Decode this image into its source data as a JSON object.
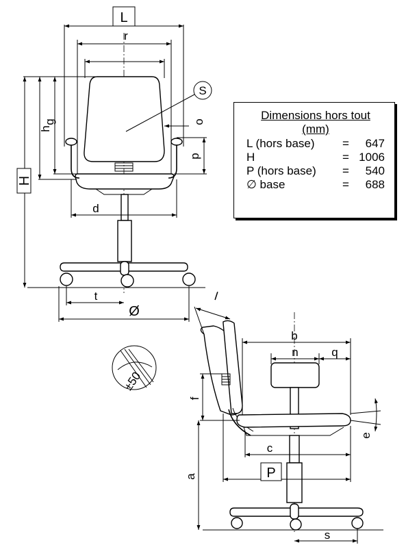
{
  "front_view_labels": {
    "L": "L",
    "r": "r",
    "S": "S",
    "g": "g",
    "h": "h",
    "o": "o",
    "p": "p",
    "H": "H",
    "d": "d",
    "t": "t",
    "diameter": "Ø"
  },
  "side_view_labels": {
    "l": "l",
    "b": "b",
    "n": "n",
    "q": "q",
    "f": "f",
    "e": "e",
    "c": "c",
    "P": "P",
    "a": "a",
    "s": "s"
  },
  "detail": {
    "label": "±50"
  },
  "dimensions_table": {
    "title": "Dimensions hors tout",
    "unit": "(mm)",
    "rows": [
      {
        "label": "L (hors base)",
        "eq": "=",
        "value": "647"
      },
      {
        "label": "H",
        "eq": "=",
        "value": "1006"
      },
      {
        "label": "P (hors base)",
        "eq": "=",
        "value": "540"
      },
      {
        "label": "∅ base",
        "eq": "=",
        "value": "688"
      }
    ]
  }
}
